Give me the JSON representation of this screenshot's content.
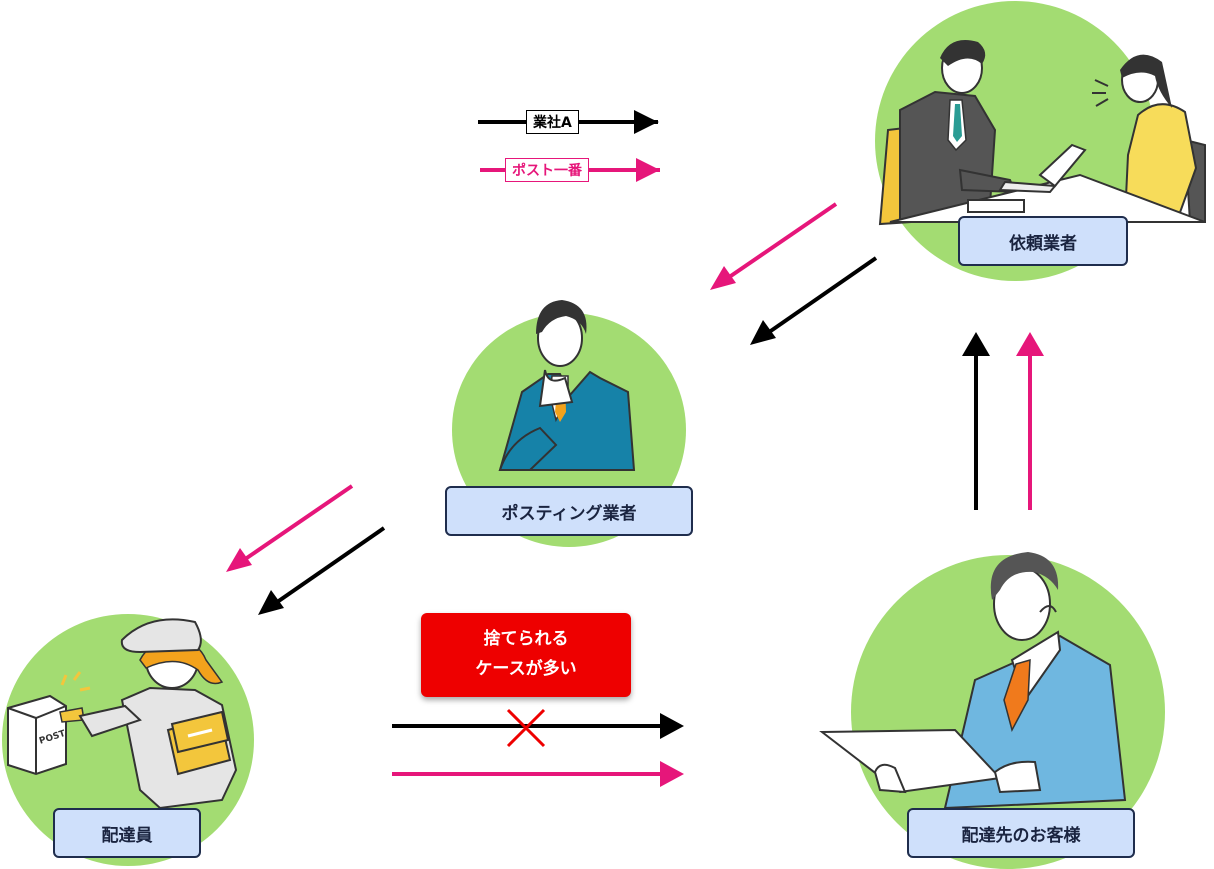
{
  "legend": {
    "company_a": "業社A",
    "post_ichiban": "ポスト一番"
  },
  "nodes": {
    "client": "依頼業者",
    "posting_company": "ポスティング業者",
    "carrier": "配達員",
    "customer": "配達先のお客様"
  },
  "warning": {
    "line1": "捨てられる",
    "line2": "ケースが多い"
  },
  "icons": {
    "mailbox": "POST"
  },
  "colors": {
    "black_flow": "#000000",
    "pink_flow": "#e6167a",
    "circle": "#a3dc72",
    "label_fill": "#cfe0fb",
    "label_border": "#1f2d4d",
    "warning": "#ee0000"
  }
}
